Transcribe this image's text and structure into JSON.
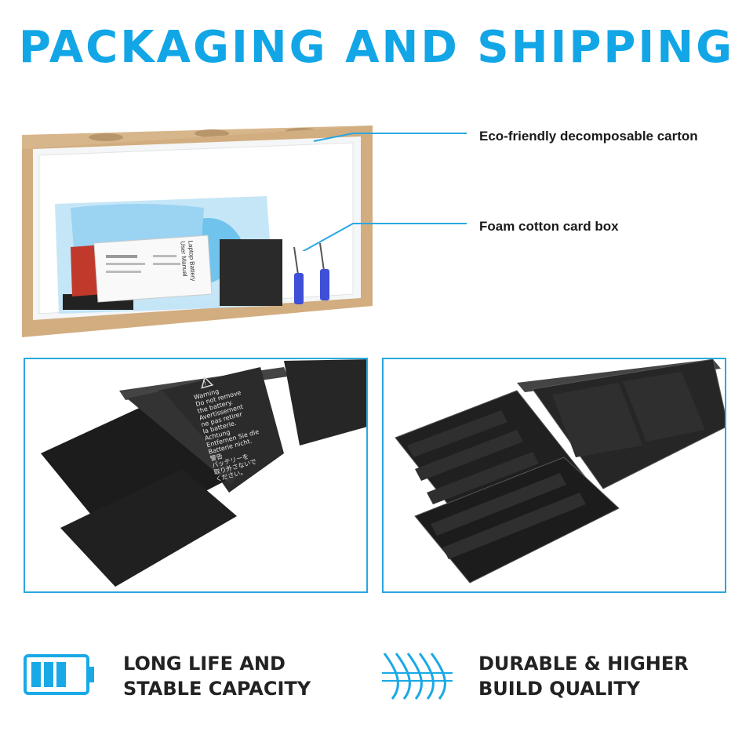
{
  "title": "PACKAGING AND SHIPPING",
  "callouts": [
    {
      "label": "Eco-friendly decomposable carton"
    },
    {
      "label": "Foam cotton card box"
    }
  ],
  "package_print": {
    "manual_lines": [
      "Laptop Battery",
      "User Manual"
    ],
    "battery_warning_lines": [
      "Warning",
      "Do not remove",
      "the battery.",
      "Avertissement",
      "ne pas retirer",
      "la batterie.",
      "Achtung",
      "Entfernen Sie die",
      "Batterie nicht.",
      "警告",
      "バッテリーを",
      "取り外さないで",
      "ください。"
    ]
  },
  "features": [
    {
      "line1": "LONG LIFE AND",
      "line2": "STABLE CAPACITY",
      "icon": "battery-icon"
    },
    {
      "line1": "DURABLE & HIGHER",
      "line2": "BUILD QUALITY",
      "icon": "twisted-wire-icon"
    }
  ],
  "colors": {
    "accent": "#12a6e6",
    "text": "#222222",
    "carton": "#d6b48a",
    "battery": "#1e1e1e"
  }
}
